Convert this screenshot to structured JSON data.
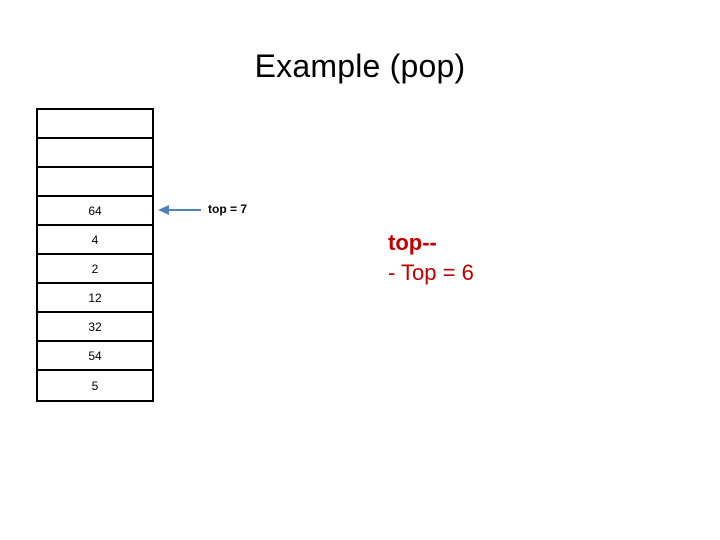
{
  "title": "Example (pop)",
  "stack": {
    "cells": [
      {
        "value": "",
        "empty": true
      },
      {
        "value": "",
        "empty": true
      },
      {
        "value": "",
        "empty": true
      },
      {
        "value": "64",
        "empty": false
      },
      {
        "value": "4",
        "empty": false
      },
      {
        "value": "2",
        "empty": false
      },
      {
        "value": "12",
        "empty": false
      },
      {
        "value": "32",
        "empty": false
      },
      {
        "value": "54",
        "empty": false
      },
      {
        "value": "5",
        "empty": false
      }
    ]
  },
  "pointer": {
    "label": "top = 7",
    "arrow_color": "#4f81bd"
  },
  "note": {
    "line1": "top--",
    "line2": "- Top = 6",
    "color": "#c00000"
  }
}
